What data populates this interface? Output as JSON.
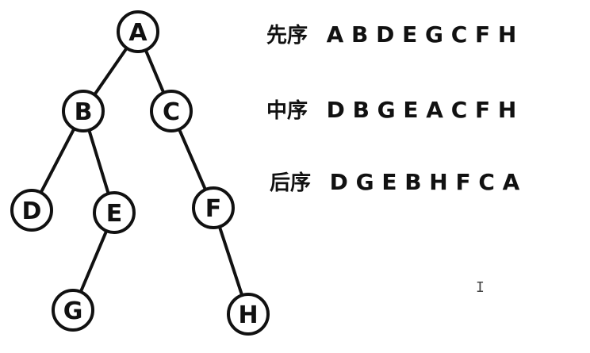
{
  "tree": {
    "nodes": [
      {
        "id": "A",
        "label": "A"
      },
      {
        "id": "B",
        "label": "B"
      },
      {
        "id": "C",
        "label": "C"
      },
      {
        "id": "D",
        "label": "D"
      },
      {
        "id": "E",
        "label": "E"
      },
      {
        "id": "F",
        "label": "F"
      },
      {
        "id": "G",
        "label": "G"
      },
      {
        "id": "H",
        "label": "H"
      }
    ],
    "edges": [
      [
        "A",
        "B"
      ],
      [
        "A",
        "C"
      ],
      [
        "B",
        "D"
      ],
      [
        "B",
        "E"
      ],
      [
        "E",
        "G"
      ],
      [
        "C",
        "F"
      ],
      [
        "F",
        "H"
      ]
    ]
  },
  "traversals": {
    "preorder": {
      "label": "先序",
      "sequence": "A B D E G C F  H"
    },
    "inorder": {
      "label": "中序",
      "sequence": "D B G E A  C  F H"
    },
    "postorder": {
      "label": "后序",
      "sequence": "D G E B H F  C  A"
    }
  }
}
